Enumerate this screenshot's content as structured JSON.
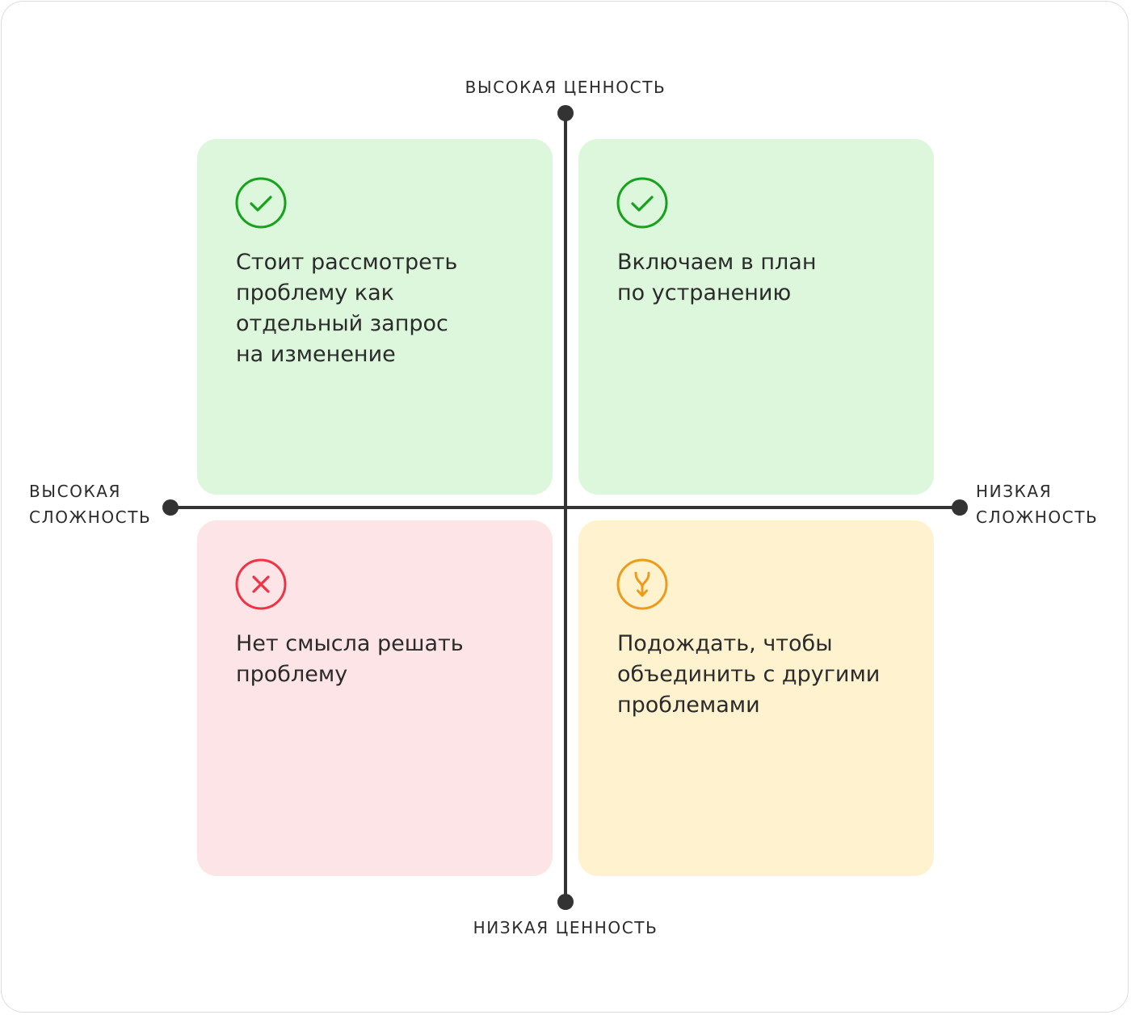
{
  "axes": {
    "top": "ВЫСОКАЯ ЦЕННОСТЬ",
    "bottom": "НИЗКАЯ ЦЕННОСТЬ",
    "left": [
      "ВЫСОКАЯ",
      "СЛОЖНОСТЬ"
    ],
    "right": [
      "НИЗКАЯ",
      "СЛОЖНОСТЬ"
    ]
  },
  "quadrants": {
    "top_left": {
      "icon": "check-circle-icon",
      "text": "Стоит рассмотреть\nпроблему как\nотдельный запрос\nна изменение"
    },
    "top_right": {
      "icon": "check-circle-icon",
      "text": "Включаем в план\nпо устранению"
    },
    "bottom_left": {
      "icon": "x-circle-icon",
      "text": "Нет смысла решать\nпроблему"
    },
    "bottom_right": {
      "icon": "merge-circle-icon",
      "text": "Подождать, чтобы\nобъединить с другими\nпроблемами"
    }
  },
  "colors": {
    "green_fill": "#dcf7dc",
    "green_icon": "#17a21b",
    "red_fill": "#fde4e6",
    "red_icon": "#ef3345",
    "yellow_fill": "#fef2cf",
    "orange_icon": "#ee9a1c",
    "axis": "#333333"
  }
}
